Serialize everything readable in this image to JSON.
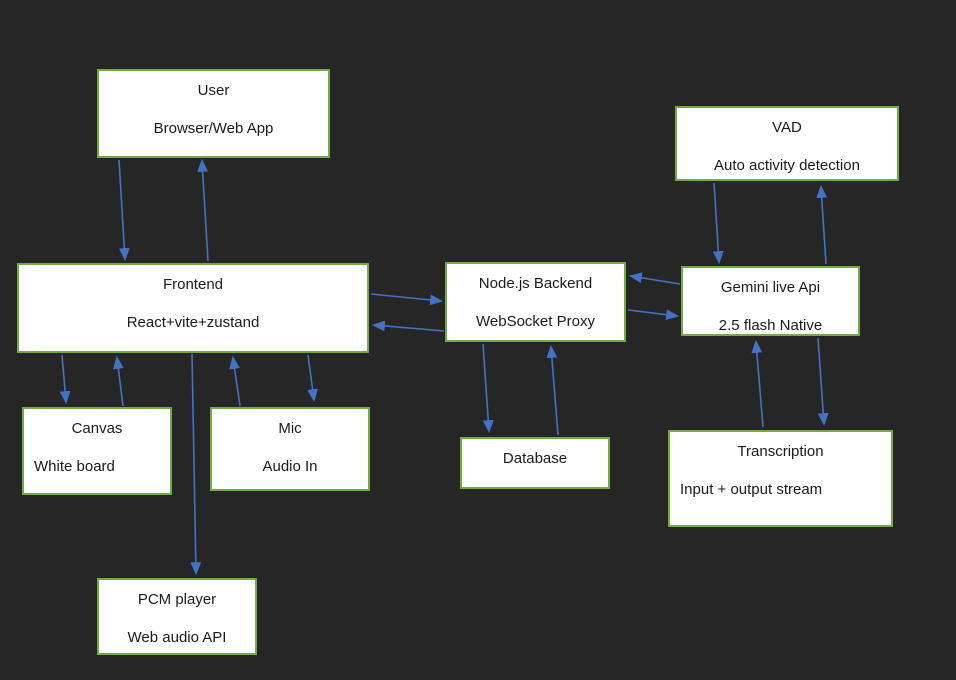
{
  "slide": {
    "background_color": "#262626"
  },
  "colors": {
    "node_fill": "#ffffff",
    "node_border": "#70ad47",
    "arrow": "#4472c4",
    "text": "#1a1a1a"
  },
  "diagram": {
    "nodes": [
      {
        "id": "user",
        "line1": "User",
        "line2": "Browser/Web App"
      },
      {
        "id": "frontend",
        "line1": "Frontend",
        "line2": "React+vite+zustand"
      },
      {
        "id": "node-backend",
        "line1": "Node.js Backend",
        "line2": "WebSocket Proxy"
      },
      {
        "id": "vad",
        "line1": "VAD",
        "line2": "Auto activity detection"
      },
      {
        "id": "gemini",
        "line1": "Gemini live Api",
        "line2": "2.5 flash Native"
      },
      {
        "id": "canvas",
        "line1": "Canvas",
        "line2": "White board"
      },
      {
        "id": "mic",
        "line1": "Mic",
        "line2": "Audio In"
      },
      {
        "id": "database",
        "line1": "Database",
        "line2": ""
      },
      {
        "id": "transcription",
        "line1": "Transcription",
        "line2": "Input + output stream"
      },
      {
        "id": "pcm",
        "line1": "PCM player",
        "line2": "Web audio API"
      }
    ],
    "edges": [
      {
        "from": "user",
        "to": "frontend"
      },
      {
        "from": "frontend",
        "to": "user"
      },
      {
        "from": "frontend",
        "to": "node-backend"
      },
      {
        "from": "node-backend",
        "to": "frontend"
      },
      {
        "from": "gemini",
        "to": "node-backend"
      },
      {
        "from": "node-backend",
        "to": "gemini"
      },
      {
        "from": "vad",
        "to": "gemini"
      },
      {
        "from": "gemini",
        "to": "vad"
      },
      {
        "from": "transcription",
        "to": "gemini"
      },
      {
        "from": "gemini",
        "to": "transcription"
      },
      {
        "from": "node-backend",
        "to": "database"
      },
      {
        "from": "database",
        "to": "node-backend"
      },
      {
        "from": "frontend",
        "to": "canvas"
      },
      {
        "from": "canvas",
        "to": "frontend"
      },
      {
        "from": "mic",
        "to": "frontend"
      },
      {
        "from": "frontend",
        "to": "mic"
      },
      {
        "from": "frontend",
        "to": "pcm"
      }
    ]
  }
}
